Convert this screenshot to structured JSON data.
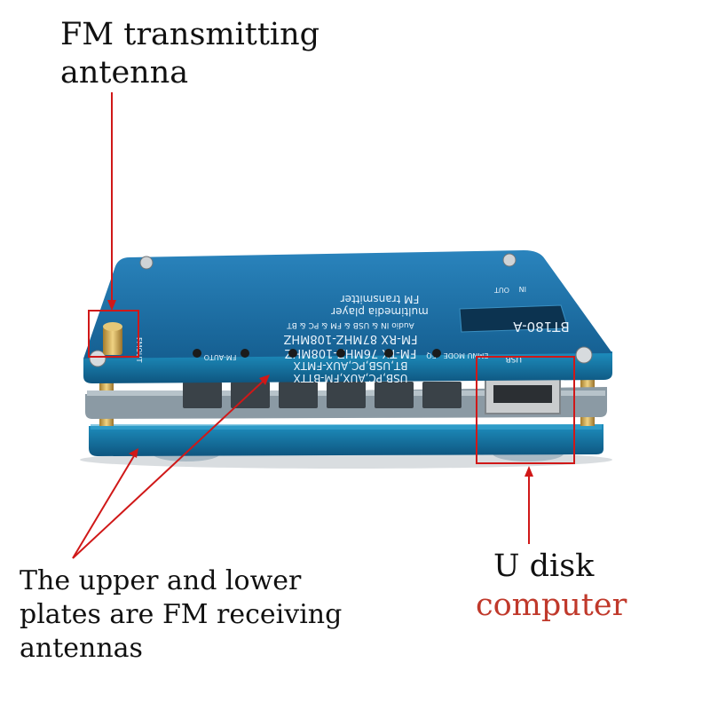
{
  "callouts": {
    "antenna_line1": "FM transmitting",
    "antenna_line2": "antenna",
    "plates_line1": "The upper and lower",
    "plates_line2": "plates are FM receiving",
    "plates_line3": "antennas",
    "udisk_line1": "U disk",
    "udisk_line2": "computer"
  },
  "board_silkscreen": {
    "model": "BT180-A",
    "title1": "FM transmitter",
    "title2": "multimedia player",
    "audio": "Audio IN & USB & FM & PC & BT",
    "fm_rx": "FM-RX 87MHZ-108MHZ",
    "fm_tx": "FM-TX 76MHZ-108MHZ",
    "mode1": "BT,USB,PC,AUX-FMTX",
    "mode2": "USB,PC,AUX,FM-BTTX",
    "btn_eq": "EQ",
    "btn_menu": "EMNU MODE",
    "btn_fm_auto": "FM-AUTO",
    "port_usb": "USB",
    "port_in": "IN",
    "port_out": "OUT",
    "port_fmout": "FMOUT"
  },
  "colors": {
    "pcb_blue": "#1a6da0",
    "pcb_edge": "#0f4a73",
    "arrow_red": "#d01818",
    "accent_text": "#c0392b"
  }
}
